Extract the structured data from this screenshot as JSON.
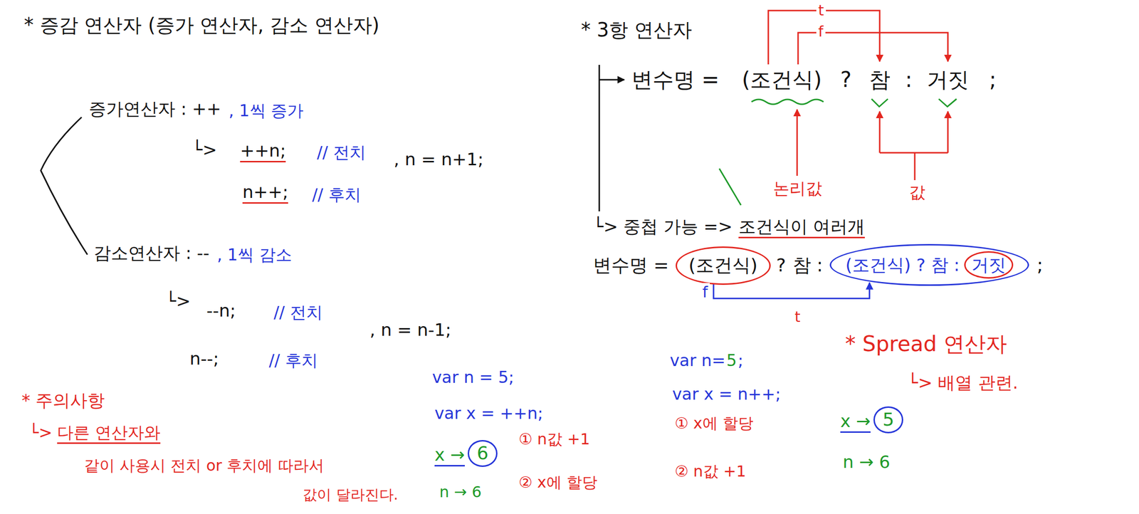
{
  "diagram": {
    "nodes": [
      {
        "text": [
          "(조건식)"
        ]
      },
      {
        "text": [
          "(조건식) ? 참 :"
        ]
      },
      {
        "text": [
          "거짓"
        ],
        "in": 1
      },
      {
        "text": [
          "6"
        ]
      },
      {
        "text": [
          "5"
        ]
      }
    ],
    "edges": [
      {
        "from": 0,
        "to": 1,
        "arrow": "to",
        "label": "f"
      }
    ],
    "labels": [
      "* 증감 연산자 (증가 연산자, 감소 연산자)",
      "증가연산자 : ++",
      ", 1씩 증가",
      "└>",
      "++n;",
      "// 전치",
      ", n = n+1;",
      "n++;",
      "// 후치",
      "감소연산자 : --",
      ", 1씩 감소",
      "└>",
      "--n;",
      "// 전치",
      ", n = n-1;",
      "n--;",
      "// 후치",
      "* 주의사항",
      "└>",
      "다른 연산자와",
      "같이 사용시 전치 or 후치에 따라서",
      "값이 달라진다.",
      "var n = 5;",
      "var x = ++n;",
      "x →",
      "n → 6",
      "① n값 +1",
      "② x에 할당",
      "* 3항 연산자",
      "t",
      "f",
      "변수명 =",
      "(조건식)",
      "?",
      "참",
      ":",
      "거짓",
      ";",
      "논리값",
      "값",
      "└> 중첩 가능 =>",
      "조건식이 여러개",
      "변수명 =",
      "?",
      "참 :",
      ";",
      "t",
      "* Spread 연산자",
      "└> 배열 관련.",
      "var n=",
      "5",
      ";",
      "var x = n++;",
      "① x에 할당",
      "② n값 +1",
      "x →",
      "n → 6"
    ]
  }
}
